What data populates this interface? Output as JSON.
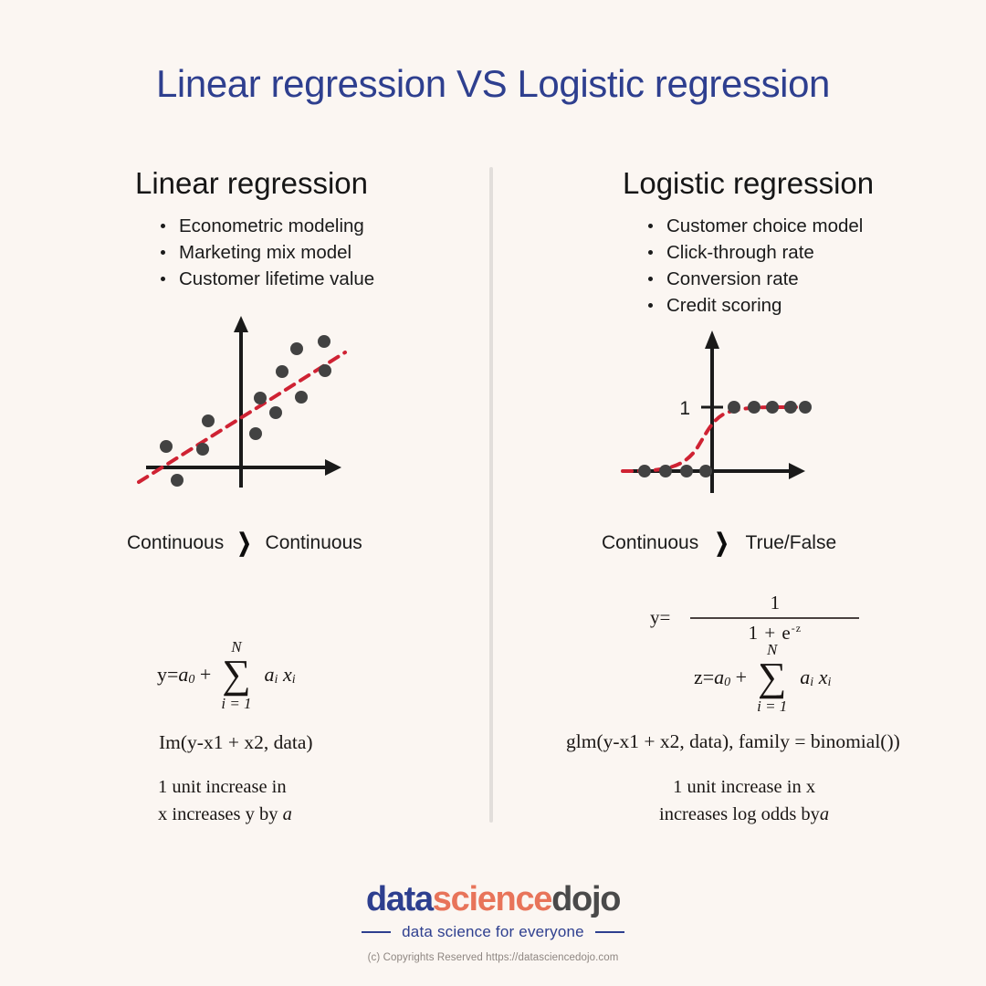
{
  "title": "Linear regression VS Logistic regression",
  "theme": {
    "background": "#fbf6f2",
    "title_color": "#2e3f8f",
    "text_color": "#1b1b1b",
    "divider_color": "#e2dedb",
    "axis_color": "#1a1a1a",
    "point_color": "#424242",
    "fit_line_color": "#cf2233",
    "logo_navy": "#2e3f8f",
    "logo_coral": "#e8745a",
    "logo_gray": "#4a4a4a"
  },
  "left": {
    "heading": "Linear regression",
    "bullets": [
      "Econometric modeling",
      "Marketing mix model",
      "Customer lifetime value"
    ],
    "flow": {
      "from": "Continuous",
      "arrow": "❯",
      "to": "Continuous"
    },
    "sum_formula": {
      "lead": "y=",
      "lead_var": "a",
      "lead_sub": "0",
      "plus": " +",
      "limit_top": "N",
      "sigma": "∑",
      "limit_bottom": "i = 1",
      "tail_a": "a",
      "tail_a_sub": "i",
      "tail_x": "x",
      "tail_x_sub": "i"
    },
    "code": "Im(y-x1 + x2, data)",
    "interpretation_line1": "1 unit increase in",
    "interpretation_line2": "x increases y by",
    "interpretation_symbol": "a"
  },
  "right": {
    "heading": "Logistic regression",
    "bullets": [
      "Customer choice model",
      "Click-through rate",
      "Conversion rate",
      "Credit scoring"
    ],
    "flow": {
      "from": "Continuous",
      "arrow": "❯",
      "to": "True/False"
    },
    "sigmoid": {
      "lhs": "y=",
      "numerator": "1",
      "denominator": "1  +  e",
      "exponent": "-z"
    },
    "sum_formula": {
      "lead": "z=",
      "lead_var": "a",
      "lead_sub": "0",
      "plus": " +",
      "limit_top": "N",
      "sigma": "∑",
      "limit_bottom": "i = 1",
      "tail_a": "a",
      "tail_a_sub": "i",
      "tail_x": "x",
      "tail_x_sub": "i"
    },
    "code": "glm(y-x1 + x2, data), family = binomial())",
    "interpretation_line1": "1 unit increase in x",
    "interpretation_line2": "increases log odds  by",
    "interpretation_symbol": "a"
  },
  "footer": {
    "logo_part1": "data",
    "logo_part2": "science",
    "logo_part3": "dojo",
    "tagline": "data science for everyone",
    "copyright": "(c) Copyrights Reserved  https://datasciencedojo.com"
  },
  "chart_data": [
    {
      "type": "scatter",
      "title": "Linear regression illustration",
      "xlabel": "",
      "ylabel": "",
      "grid": false,
      "legend": null,
      "axis_style": "arrowed cartesian axes, origin inside plot",
      "xlim": [
        -4,
        6
      ],
      "ylim": [
        -1.2,
        4
      ],
      "points": [
        [
          -3.2,
          0.45
        ],
        [
          -2.8,
          -0.35
        ],
        [
          -2.2,
          0.35
        ],
        [
          -1.6,
          1.05
        ],
        [
          0.55,
          0.75
        ],
        [
          0.75,
          1.85
        ],
        [
          1.35,
          1.35
        ],
        [
          1.9,
          2.55
        ],
        [
          2.6,
          1.75
        ],
        [
          2.9,
          3.25
        ],
        [
          3.5,
          2.4
        ],
        [
          4.1,
          3.4
        ]
      ],
      "fit_line": {
        "style": "dashed",
        "color": "#cf2233",
        "from": [
          -3.8,
          -0.75
        ],
        "to": [
          4.5,
          3.6
        ]
      }
    },
    {
      "type": "line",
      "title": "Logistic regression illustration",
      "xlabel": "",
      "ylabel": "",
      "grid": false,
      "legend": null,
      "axis_style": "arrowed cartesian axes, origin inside plot",
      "ytick_labels": [
        "1"
      ],
      "ytick_values": [
        1
      ],
      "xlim": [
        -5,
        5
      ],
      "ylim": [
        -0.6,
        1.9
      ],
      "curve": {
        "name": "sigmoid",
        "style": "dashed",
        "color": "#cf2233",
        "equation": "y = 1 / (1 + e^-z)"
      },
      "points_class0": [
        [
          -3.6,
          0
        ],
        [
          -2.9,
          0
        ],
        [
          -2.2,
          0
        ],
        [
          -1.5,
          0
        ]
      ],
      "points_class1": [
        [
          0.7,
          1
        ],
        [
          1.5,
          1
        ],
        [
          2.3,
          1
        ],
        [
          3.2,
          1
        ],
        [
          3.9,
          1
        ]
      ]
    }
  ]
}
